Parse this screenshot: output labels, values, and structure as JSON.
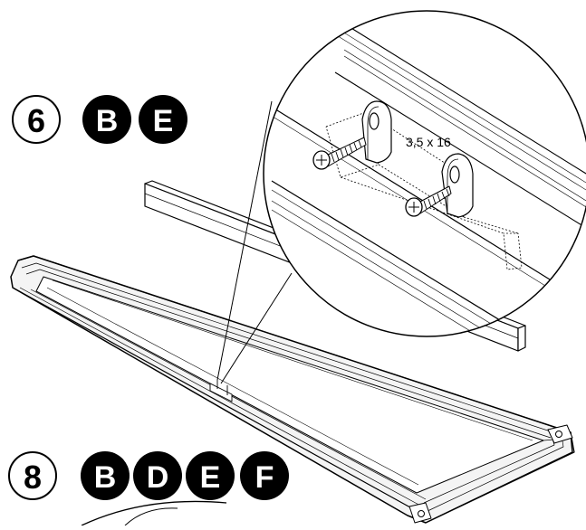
{
  "step_6": {
    "number": "6",
    "badges": [
      "B",
      "E"
    ]
  },
  "step_8": {
    "number": "8",
    "badges": [
      "B",
      "D",
      "E",
      "F"
    ]
  },
  "screw_label": "3,5 x 16",
  "colors": {
    "ink": "#000000",
    "paper": "#ffffff",
    "frame_fill": "#f4f4f4"
  }
}
